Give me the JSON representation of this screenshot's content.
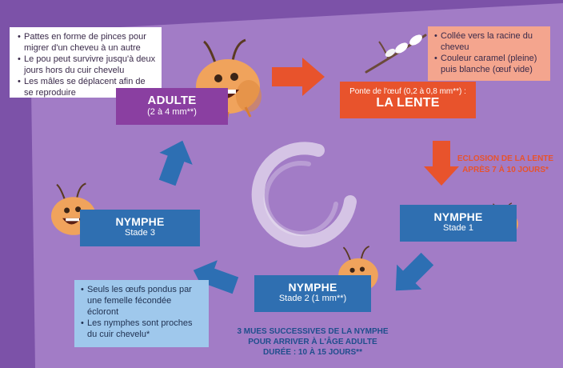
{
  "colors": {
    "background": "#7c52a8",
    "panel": "#a27cc6",
    "stage_blue": "#2f6fb1",
    "stage_purple": "#8a3fa1",
    "stage_orange": "#e8532c",
    "arrow_blue": "#2d6fb3",
    "arrow_orange": "#e8532c",
    "note_white": "#ffffff",
    "note_salmon": "#f4a58e",
    "note_lightblue": "#9fc8ec",
    "caption_orange": "#e8532c",
    "caption_blue": "#1f4e8c",
    "louse_body": "#f0a35c"
  },
  "icons": [
    "louse-icon",
    "nit-branch-icon",
    "cycle-swirl-icon"
  ],
  "stages": {
    "adult": {
      "title": "ADULTE",
      "sub": "(2 à 4 mm**)"
    },
    "nit": {
      "sub": "Ponte de l'œuf (0,2 à 0,8 mm**) :",
      "title": "LA LENTE"
    },
    "nymph1": {
      "title": "NYMPHE",
      "sub": "Stade 1"
    },
    "nymph2": {
      "title": "NYMPHE",
      "sub": "Stade 2 (1 mm**)"
    },
    "nymph3": {
      "title": "NYMPHE",
      "sub": "Stade 3"
    }
  },
  "notes": {
    "adult": [
      "Pattes en forme de pinces pour migrer d'un cheveu à un autre",
      "Le pou peut survivre jusqu'à deux jours hors du cuir chevelu",
      "Les mâles se déplacent afin de se reproduire"
    ],
    "nit": [
      "Collée vers la racine du cheveu",
      "Couleur caramel (pleine) puis blanche (œuf vide)"
    ],
    "nymph": [
      "Seuls les œufs pondus par une femelle fécondée écloront",
      "Les nymphes sont proches du cuir chevelu*"
    ]
  },
  "captions": {
    "hatch_line1": "ECLOSION DE LA LENTE",
    "hatch_line2": "APRÈS 7 À 10 JOURS*",
    "molt_line1": "3 MUES SUCCESSIVES DE LA NYMPHE",
    "molt_line2": "POUR ARRIVER À L'ÂGE ADULTE",
    "molt_line3": "DURÉE : 10 À 15 JOURS**"
  }
}
